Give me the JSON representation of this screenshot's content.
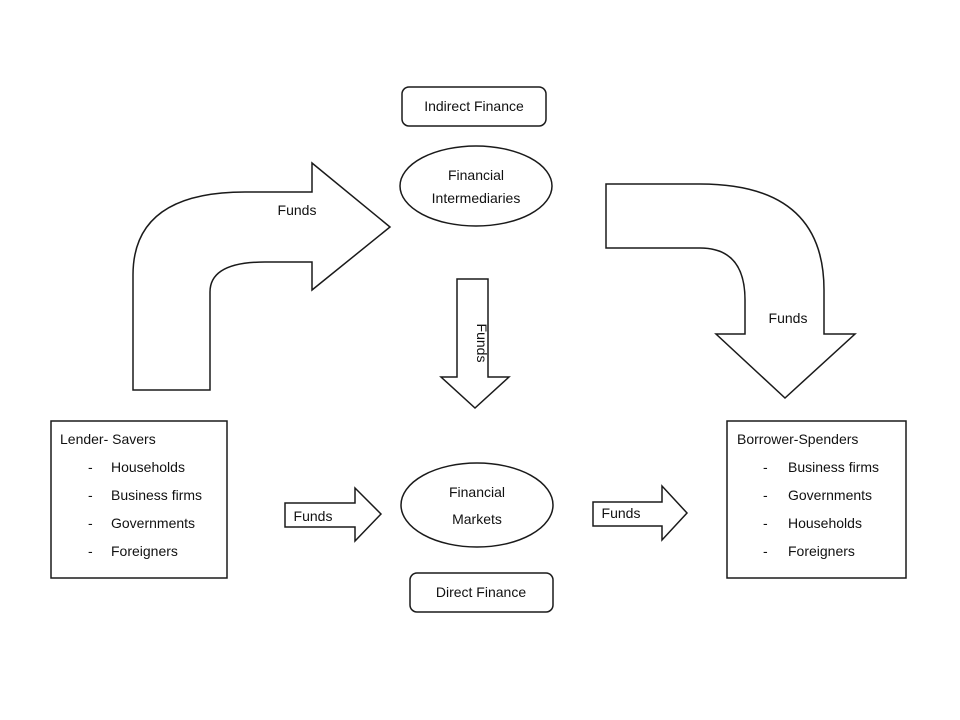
{
  "indirect_finance": "Indirect Finance",
  "direct_finance": "Direct Finance",
  "financial_intermediaries": {
    "line1": "Financial",
    "line2": "Intermediaries"
  },
  "financial_markets": {
    "line1": "Financial",
    "line2": "Markets"
  },
  "lender_savers": {
    "title": "Lender- Savers",
    "bullet": "-",
    "items": [
      "Households",
      "Business firms",
      "Governments",
      "Foreigners"
    ]
  },
  "borrower_spenders": {
    "title": "Borrower-Spenders",
    "bullet": "-",
    "items": [
      "Business firms",
      "Governments",
      "Households",
      "Foreigners"
    ]
  },
  "arrows": {
    "curved_left": "Funds",
    "curved_right": "Funds",
    "down_center": "Funds",
    "lender_to_markets": "Funds",
    "markets_to_borrower": "Funds"
  }
}
